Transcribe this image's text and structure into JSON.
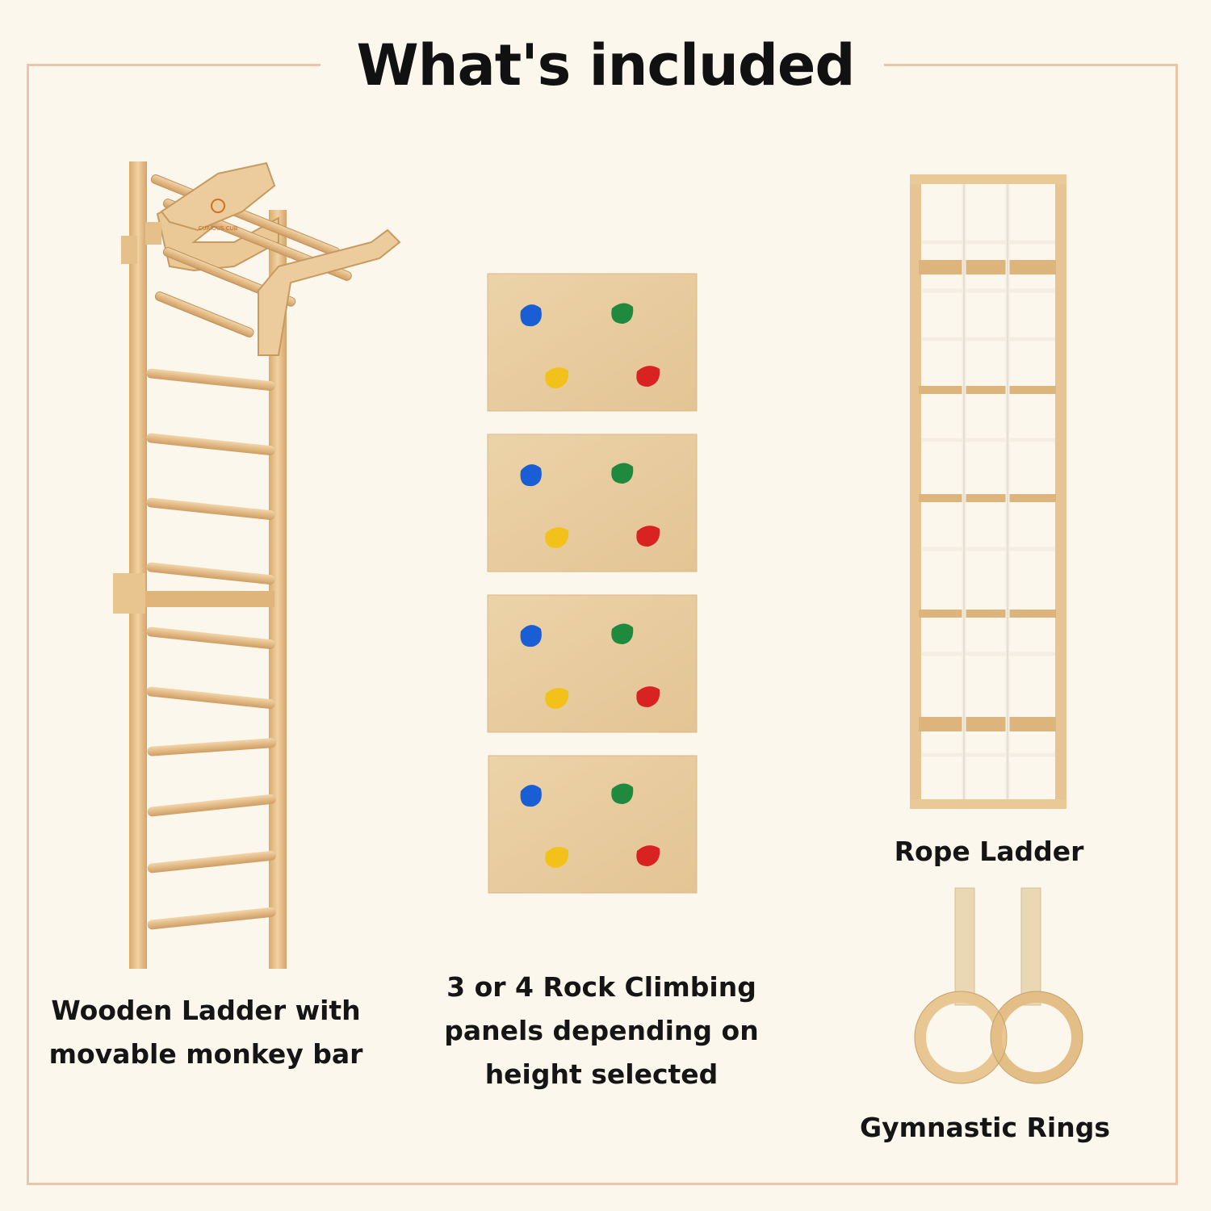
{
  "header": {
    "title": "What's included"
  },
  "items": {
    "ladder": {
      "caption": "Wooden Ladder with\nmovable monkey bar",
      "logo_text": "CURIOUS CUB"
    },
    "panels": {
      "caption": "3 or 4 Rock Climbing\npanels depending on\nheight selected"
    },
    "rope": {
      "caption": "Rope Ladder"
    },
    "rings": {
      "caption": "Gymnastic Rings"
    }
  },
  "colors": {
    "background": "#fcf7ed",
    "frame": "#edc4a7",
    "wood": "#e6c493",
    "hold_blue": "#1a5ed6",
    "hold_green": "#1f8a3e",
    "hold_yellow": "#f2c21a",
    "hold_red": "#d92323"
  }
}
